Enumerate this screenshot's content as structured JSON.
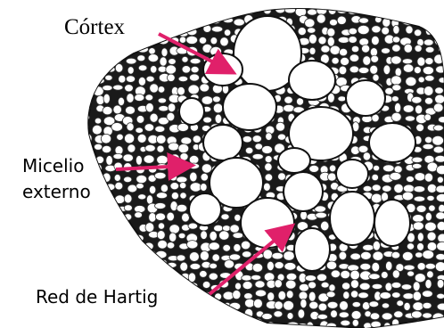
{
  "labels": {
    "cortex": "Córtex",
    "micelio_line1": "Micelio",
    "micelio_line2": "externo",
    "hartig": "Red de Hartig"
  },
  "colors": {
    "arrow": "#e0206a",
    "cell_fill": "#ffffff",
    "cell_stroke": "#111111",
    "tissue_background": "#1a1a1a"
  },
  "icons": [
    "tissue-cross-section-drawing",
    "arrow"
  ]
}
